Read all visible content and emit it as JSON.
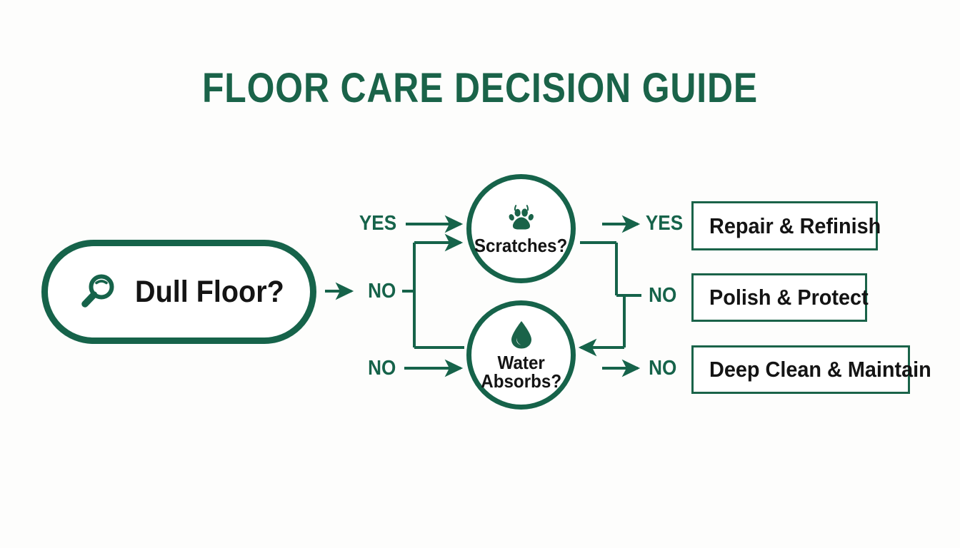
{
  "title": "FLOOR CARE DECISION GUIDE",
  "colors": {
    "green": "#16634a",
    "title_green": "#1a6349",
    "text_black": "#141414",
    "background": "#fdfdfc",
    "box_fill": "#ffffff"
  },
  "start": {
    "label": "Dull Floor?",
    "icon": "magnifier-icon"
  },
  "decisions": [
    {
      "id": "scratches",
      "label": "Scratches?",
      "icon": "paw-print-icon"
    },
    {
      "id": "water",
      "label": "Water\nAbsorbs?",
      "icon": "water-drop-icon"
    }
  ],
  "outcomes": [
    {
      "id": "repair",
      "label": "Repair & Refinish"
    },
    {
      "id": "polish",
      "label": "Polish & Protect"
    },
    {
      "id": "deep",
      "label": "Deep Clean & Maintain"
    }
  ],
  "edges": {
    "yes_to_scratches": "YES",
    "no_from_start": "NO",
    "no_to_water": "NO",
    "yes_to_repair": "YES",
    "no_to_polish": "NO",
    "no_to_deep": "NO"
  },
  "chart_data": {
    "type": "diagram",
    "title": "FLOOR CARE DECISION GUIDE",
    "nodes": [
      {
        "id": "start",
        "shape": "pill",
        "label": "Dull Floor?",
        "icon": "magnifier-icon"
      },
      {
        "id": "scratches",
        "shape": "circle",
        "label": "Scratches?",
        "icon": "paw-print-icon"
      },
      {
        "id": "water",
        "shape": "circle",
        "label": "Water Absorbs?",
        "icon": "water-drop-icon"
      },
      {
        "id": "repair",
        "shape": "rect",
        "label": "Repair & Refinish"
      },
      {
        "id": "polish",
        "shape": "rect",
        "label": "Polish & Protect"
      },
      {
        "id": "deep",
        "shape": "rect",
        "label": "Deep Clean & Maintain"
      }
    ],
    "links": [
      {
        "from": "start",
        "to": "scratches",
        "label": "YES"
      },
      {
        "from": "start",
        "to": "scratches",
        "label": "NO"
      },
      {
        "from": "start",
        "to": "water",
        "label": "NO"
      },
      {
        "from": "scratches",
        "to": "repair",
        "label": "YES"
      },
      {
        "from": "scratches",
        "to": "polish",
        "label": "NO"
      },
      {
        "from": "scratches",
        "to": "water",
        "label": "NO"
      },
      {
        "from": "water",
        "to": "deep",
        "label": "NO"
      }
    ]
  }
}
